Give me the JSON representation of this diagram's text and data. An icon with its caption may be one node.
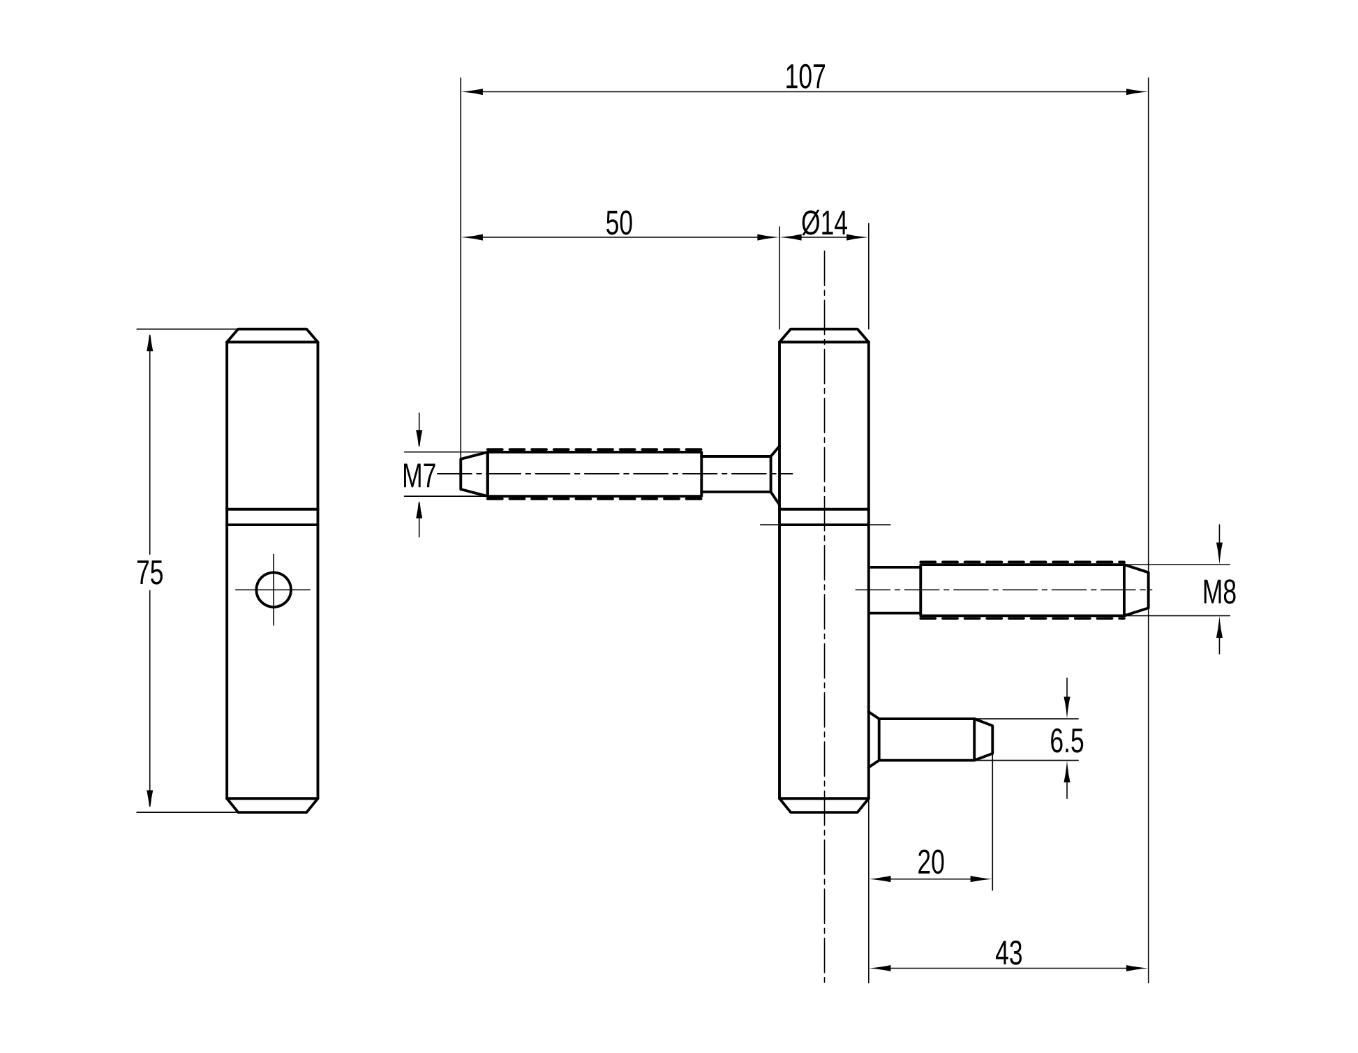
{
  "diagram": {
    "labels": [
      "107",
      "50",
      "Ø14",
      "M7",
      "75",
      "M8",
      "6.5",
      "20",
      "43"
    ]
  }
}
